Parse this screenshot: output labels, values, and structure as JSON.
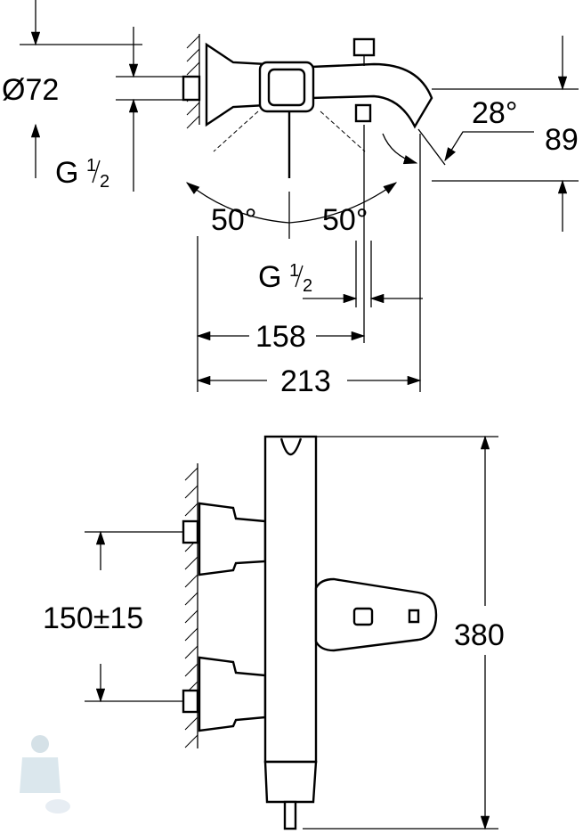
{
  "top_view": {
    "diameter": "Ø72",
    "thread_left": {
      "main": "G",
      "sup": "1",
      "sub": "2"
    },
    "angle_spout": "28°",
    "height_spout": "89",
    "angle_left": "50°",
    "angle_right": "50°",
    "thread_bottom": {
      "main": "G",
      "sup": "1",
      "sub": "2"
    },
    "width_158": "158",
    "width_213": "213"
  },
  "front_view": {
    "inlet_spacing": "150±15",
    "height_total": "380"
  }
}
